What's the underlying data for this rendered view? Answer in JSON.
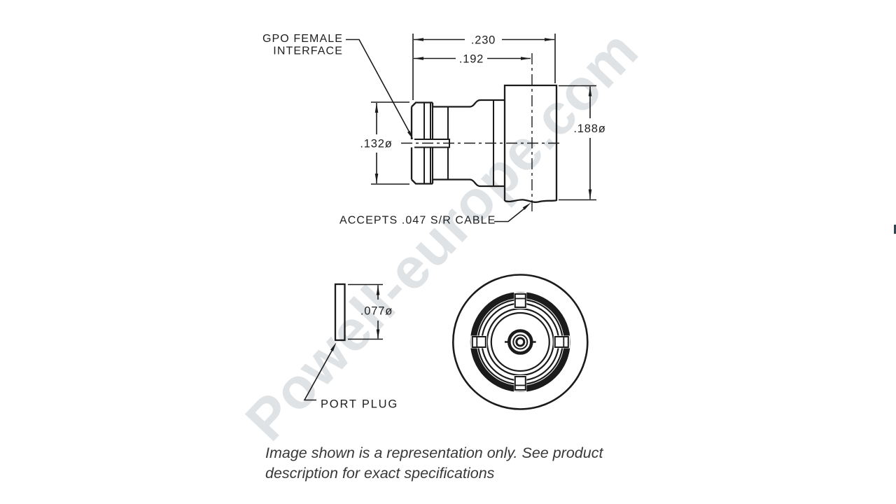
{
  "watermark": {
    "text": "Powell-europe.com"
  },
  "caption": {
    "line1": "Image shown is a representation only. See product",
    "line2": "description for exact specifications"
  },
  "drawing": {
    "labels": {
      "interface_line1": "GPO FEMALE",
      "interface_line2": "INTERFACE",
      "cable": "ACCEPTS .047 S/R CABLE",
      "port_plug": "PORT PLUG"
    },
    "dimensions": {
      "overall_length": ".230",
      "interface_length": ".192",
      "interface_diameter": ".132ø",
      "body_diameter": ".188ø",
      "port_plug_diameter": ".077ø"
    }
  },
  "colors": {
    "line": "#1b1b1b",
    "watermark": "#9aa4ac",
    "caption_text": "#383838",
    "edge_fragment": "#2e4453"
  }
}
